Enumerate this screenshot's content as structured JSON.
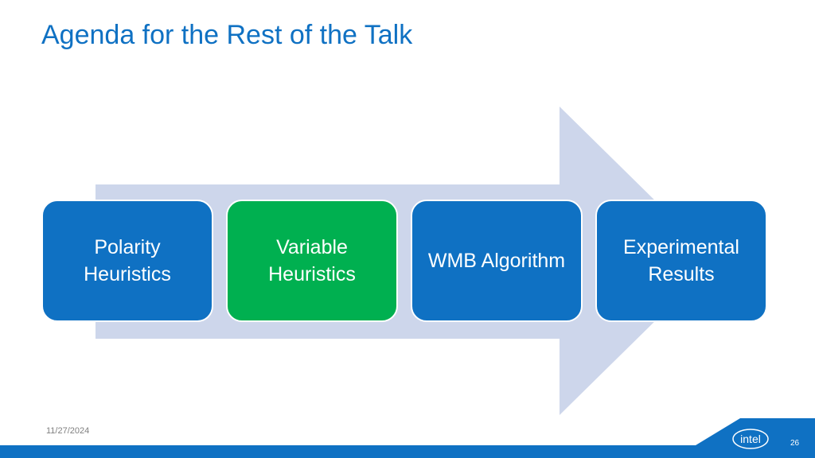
{
  "slide": {
    "title": "Agenda for the Rest of the Talk",
    "date": "11/27/2024",
    "page_number": "26",
    "logo_text": "intel"
  },
  "steps": [
    {
      "label": "Polarity Heuristics",
      "color": "#0f71c3",
      "highlighted": false
    },
    {
      "label": "Variable Heuristics",
      "color": "#00b050",
      "highlighted": true
    },
    {
      "label": "WMB Algorithm",
      "color": "#0f71c3",
      "highlighted": false
    },
    {
      "label": "Experimental Results",
      "color": "#0f71c3",
      "highlighted": false
    }
  ],
  "theme": {
    "accent": "#0f71c3",
    "highlight": "#00b050",
    "arrow": "#cdd6eb"
  },
  "icons": {
    "arrow": "process-arrow",
    "logo": "intel-logo"
  }
}
